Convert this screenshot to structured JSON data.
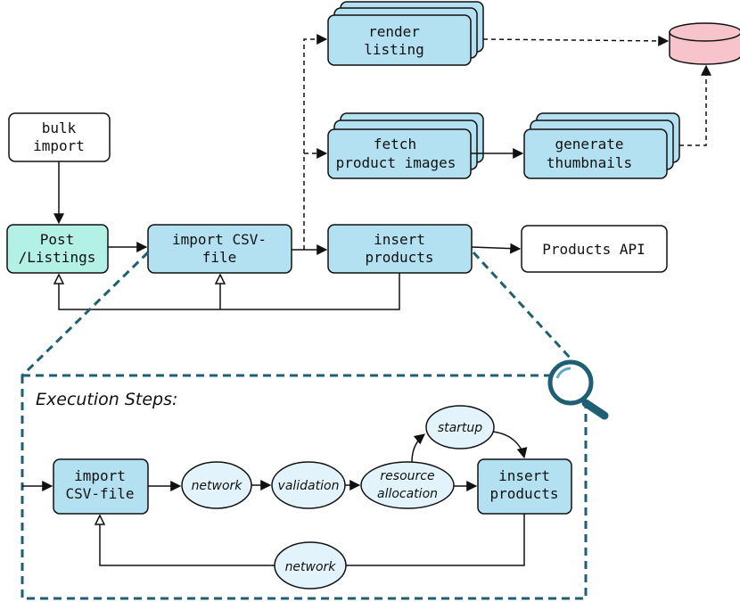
{
  "nodes": {
    "bulk_import": [
      "bulk",
      "import"
    ],
    "post_listings": [
      "Post",
      "/Listings"
    ],
    "import_csv": [
      "import CSV-",
      "file"
    ],
    "insert_products": [
      "insert",
      "products"
    ],
    "products_api": "Products API",
    "render_listing": [
      "render",
      "listing"
    ],
    "fetch_images": [
      "fetch",
      "product images"
    ],
    "generate_thumbnails": [
      "generate",
      "thumbnails"
    ]
  },
  "execution": {
    "title": "Execution Steps:",
    "import_csv": [
      "import",
      "CSV-file"
    ],
    "insert_products": [
      "insert",
      "products"
    ],
    "network": "network",
    "validation": "validation",
    "resource_allocation": [
      "resource",
      "allocation"
    ],
    "startup": "startup",
    "network_return": "network"
  },
  "colors": {
    "box": "#b3e1f2",
    "post_box": "#b3f1e6",
    "ellipse": "#e2f3fb",
    "database": "#f8c4cc",
    "zoom_outline": "#1e5f74"
  }
}
